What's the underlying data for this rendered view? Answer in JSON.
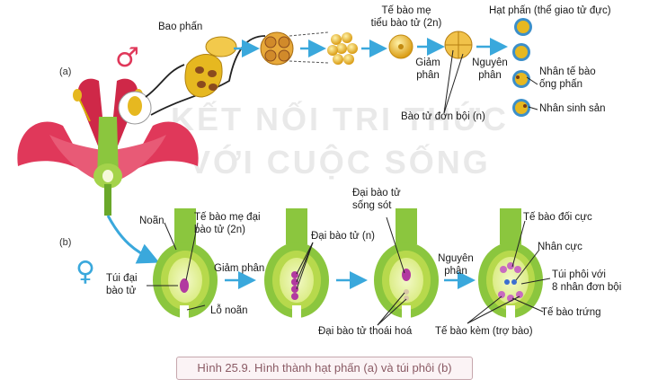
{
  "panels": {
    "a": "(a)",
    "b": "(b)"
  },
  "symbols": {
    "male": "♂",
    "female": "♀"
  },
  "colors": {
    "arrow": "#3aa8dc",
    "petal": "#e0385a",
    "stem": "#7ab829",
    "pollen": "#e6b820",
    "label_lines": "#222222"
  },
  "watermark": {
    "line1": "KẾT NỐI TRI THỨC",
    "line2": "VỚI CUỘC SỐNG"
  },
  "labels_a": {
    "bao_phan": "Bao phấn",
    "te_bao_me": [
      "Tế bào mẹ",
      "tiểu bào tử (2n)"
    ],
    "giam_phan": [
      "Giảm",
      "phân"
    ],
    "nguyen_phan": [
      "Nguyên",
      "phân"
    ],
    "bao_tu_don_boi": "Bào tử đơn bội (n)",
    "hat_phan": "Hạt phấn (thể giao tử đực)",
    "nhan_te_bao_ong_phan": [
      "Nhân tế bào",
      "ống phấn"
    ],
    "nhan_sinh_san": "Nhân sinh sản"
  },
  "labels_b": {
    "noan": "Noãn",
    "te_bao_me_dai_bao_tu": [
      "Tế bào mẹ đại",
      "bào tử (2n)"
    ],
    "tui_dai_bao_tu": [
      "Túi đại",
      "bào tử"
    ],
    "giam_phan": "Giảm phân",
    "lo_noan": "Lỗ noãn",
    "dai_bao_tu": "Đại bào tử (n)",
    "dai_bao_tu_song_sot": [
      "Đại bào tử",
      "sống sót"
    ],
    "dai_bao_tu_thoai_hoa": "Đại bào tử thoái hoá",
    "nguyen_phan": [
      "Nguyên",
      "phân"
    ],
    "te_bao_doi_cuc": "Tế bào đối cực",
    "nhan_cuc": "Nhân cực",
    "tui_phoi": [
      "Túi phôi với",
      "8 nhân đơn bội"
    ],
    "te_bao_trung": "Tế bào trứng",
    "te_bao_kem": "Tế bào kèm (trợ bào)"
  },
  "caption": "Hình 25.9. Hình thành hạt phấn (a) và túi phôi (b)"
}
